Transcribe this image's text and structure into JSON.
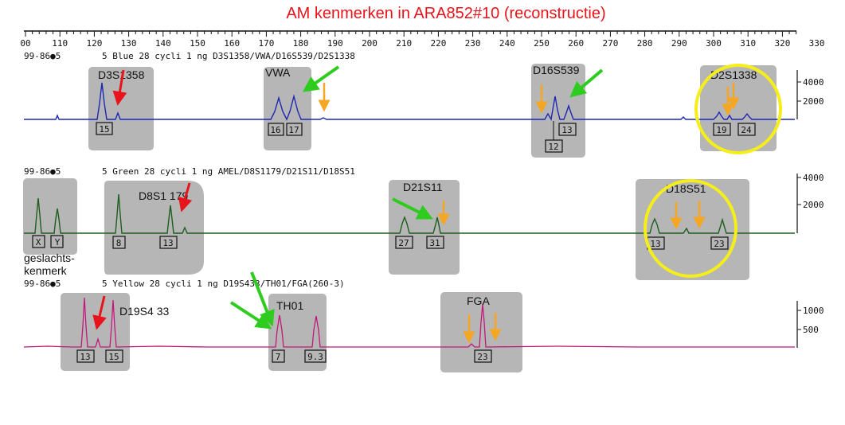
{
  "title": "AM kenmerken in ARA852#10 (reconstructie)",
  "axis": {
    "tick_labels": [
      "00",
      "110",
      "120",
      "130",
      "140",
      "150",
      "160",
      "170",
      "180",
      "190",
      "200",
      "210",
      "220",
      "230",
      "240",
      "250",
      "260",
      "270",
      "280",
      "290",
      "300",
      "310",
      "320",
      "330"
    ]
  },
  "panels": [
    {
      "id": "blue",
      "header_id": "99-86●5",
      "header_text": "5 Blue  28 cycli 1 ng D3S1358/VWA/D16S539/D2S1338",
      "trace_color": "#1f27b4",
      "scale_labels": [
        "4000",
        "2000"
      ],
      "loci": [
        {
          "name": "D3S1358",
          "alleles": [
            "15"
          ]
        },
        {
          "name": "VWA",
          "alleles": [
            "16",
            "17"
          ]
        },
        {
          "name": "D16S539",
          "alleles": [
            "12",
            "13"
          ]
        },
        {
          "name": "D2S1338",
          "alleles": [
            "19",
            "24"
          ]
        }
      ]
    },
    {
      "id": "green",
      "header_id": "99-86●5",
      "header_text": "5 Green  28 cycli 1 ng AMEL/D8S1179/D21S11/D18S51",
      "trace_color": "#1e5e1e",
      "scale_labels": [
        "4000",
        "2000"
      ],
      "loci": [
        {
          "name": "",
          "alleles": [
            "X",
            "Y"
          ]
        },
        {
          "name": "D8S1 179",
          "alleles": [
            "8",
            "13"
          ]
        },
        {
          "name": "D21S11",
          "alleles": [
            "27",
            "31"
          ]
        },
        {
          "name": "D18S51",
          "alleles": [
            "13",
            "23"
          ]
        }
      ],
      "note": "geslachts-\nkenmerk"
    },
    {
      "id": "yellow",
      "header_id": "99-86●5",
      "header_text": "5 Yellow  28 cycli 1 ng D19S433/TH01/FGA(260-3)",
      "trace_color": "#c2187a",
      "scale_labels": [
        "1000",
        "500"
      ],
      "loci": [
        {
          "name": "D19S4 33",
          "alleles": [
            "13",
            "15"
          ]
        },
        {
          "name": "TH01",
          "alleles": [
            "7",
            "9.3"
          ]
        },
        {
          "name": "FGA",
          "alleles": [
            "23"
          ]
        }
      ]
    }
  ],
  "colors": {
    "title": "#e8141c",
    "locus_box": "#a9a9a9",
    "circle": "#f5ee1a",
    "arrow_red": "#e8141c",
    "arrow_green": "#2ecc1f",
    "arrow_orange": "#f5a623"
  }
}
